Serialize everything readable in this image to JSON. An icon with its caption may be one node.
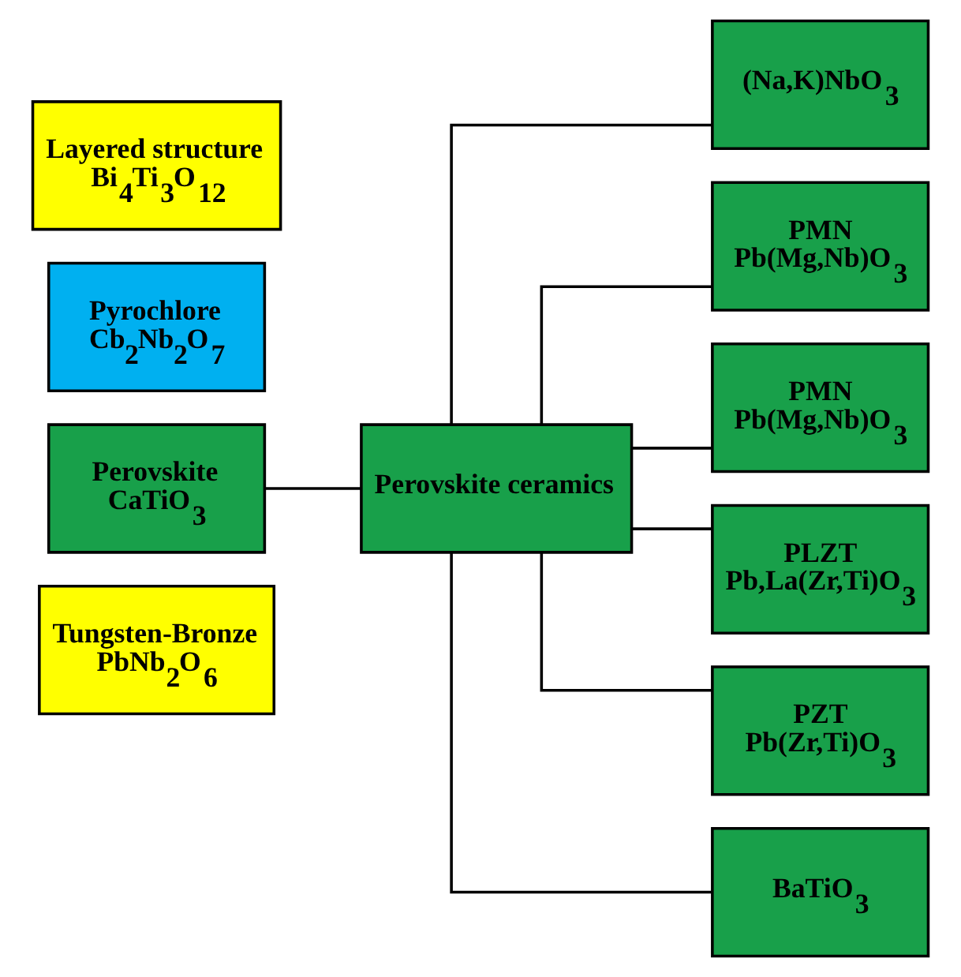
{
  "diagram": {
    "nodes": [
      {
        "text": [
          "Tungsten-Bronze",
          "PbNb$_{2}$O$_{6}$"
        ]
      },
      {
        "text": [
          "Perovskite",
          "CaTiO$_{3}$"
        ]
      },
      {
        "text": [
          "Pyrochlore",
          "Cb$_{2}$Nb$_{2}$O$_{7}$"
        ]
      },
      {
        "text": [
          "Layered structure",
          "Bi$_{4}$Ti$_{3}$O$_{12}$"
        ]
      },
      {
        "text": [
          "Perovskite ceramics"
        ]
      },
      {
        "text": [
          "(Na,K)NbO$_{3}$"
        ]
      },
      {
        "text": [
          "PMN",
          "Pb(Mg,Nb)O$_{3}$"
        ]
      },
      {
        "text": [
          "PMN",
          "Pb(Mg,Nb)O$_{3}$"
        ]
      },
      {
        "text": [
          "PLZT",
          "Pb,La(Zr,Ti)O$_{3}$"
        ]
      },
      {
        "text": [
          "PZT",
          "Pb(Zr,Ti)O$_{3}$"
        ]
      },
      {
        "text": [
          "BaTiO$_{3}$"
        ]
      }
    ],
    "edges": [
      {
        "from": 1,
        "to": 4,
        "arrow": "none"
      },
      {
        "from": 4,
        "to": 5,
        "arrow": "none"
      },
      {
        "from": 4,
        "to": 6,
        "arrow": "none"
      },
      {
        "from": 4,
        "to": 7,
        "arrow": "none"
      },
      {
        "from": 4,
        "to": 8,
        "arrow": "none"
      },
      {
        "from": 4,
        "to": 9,
        "arrow": "none"
      },
      {
        "from": 4,
        "to": 10,
        "arrow": "none"
      }
    ]
  }
}
